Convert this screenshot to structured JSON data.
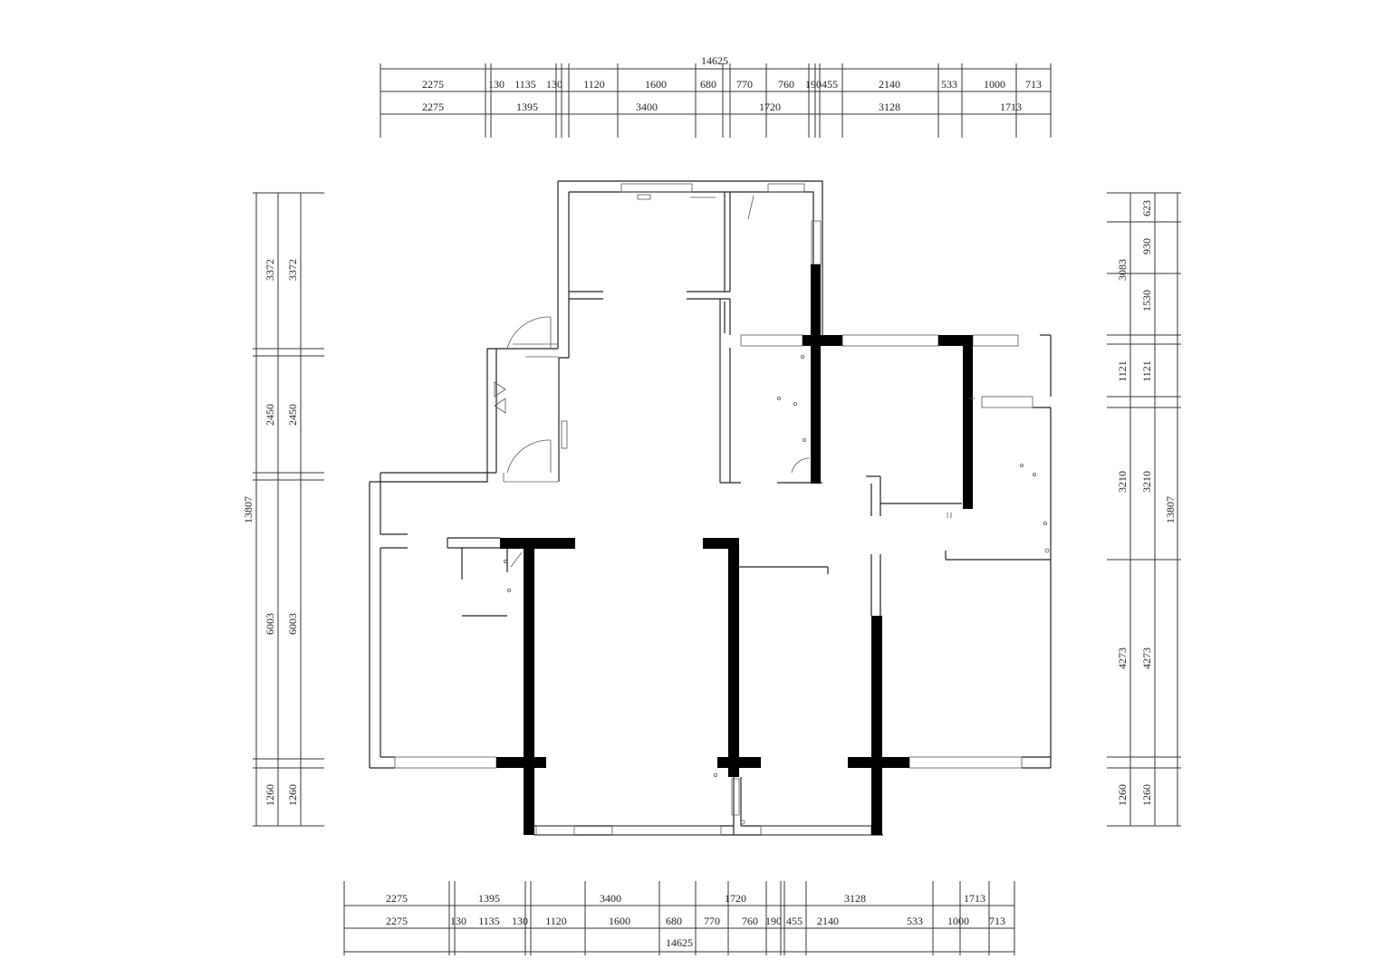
{
  "plan": {
    "top": {
      "total": "14625",
      "row1": [
        "2275",
        "130",
        "1135",
        "130",
        "1120",
        "1600",
        "680",
        "770",
        "760",
        "190",
        "455",
        "2140",
        "533",
        "1000",
        "713"
      ],
      "row2": [
        "2275",
        "1395",
        "3400",
        "1720",
        "3128",
        "1713"
      ]
    },
    "bottom": {
      "total": "14625",
      "row1": [
        "2275",
        "1395",
        "3400",
        "1720",
        "3128",
        "1713"
      ],
      "row2": [
        "2275",
        "130",
        "1135",
        "130",
        "1120",
        "1600",
        "680",
        "770",
        "760",
        "190",
        "455",
        "2140",
        "533",
        "1000",
        "713"
      ]
    },
    "left": {
      "total": "13807",
      "outer": [
        "3372",
        "2450",
        "6003",
        "1260"
      ],
      "inner": [
        "3372",
        "2450",
        "6003",
        "1260"
      ]
    },
    "right": {
      "total": "13807",
      "outer": [
        "3083",
        "1121",
        "3210",
        "4273",
        "1260"
      ],
      "inner": [
        "623",
        "930",
        "1530",
        "1121",
        "3210",
        "4273",
        "1260"
      ]
    }
  }
}
